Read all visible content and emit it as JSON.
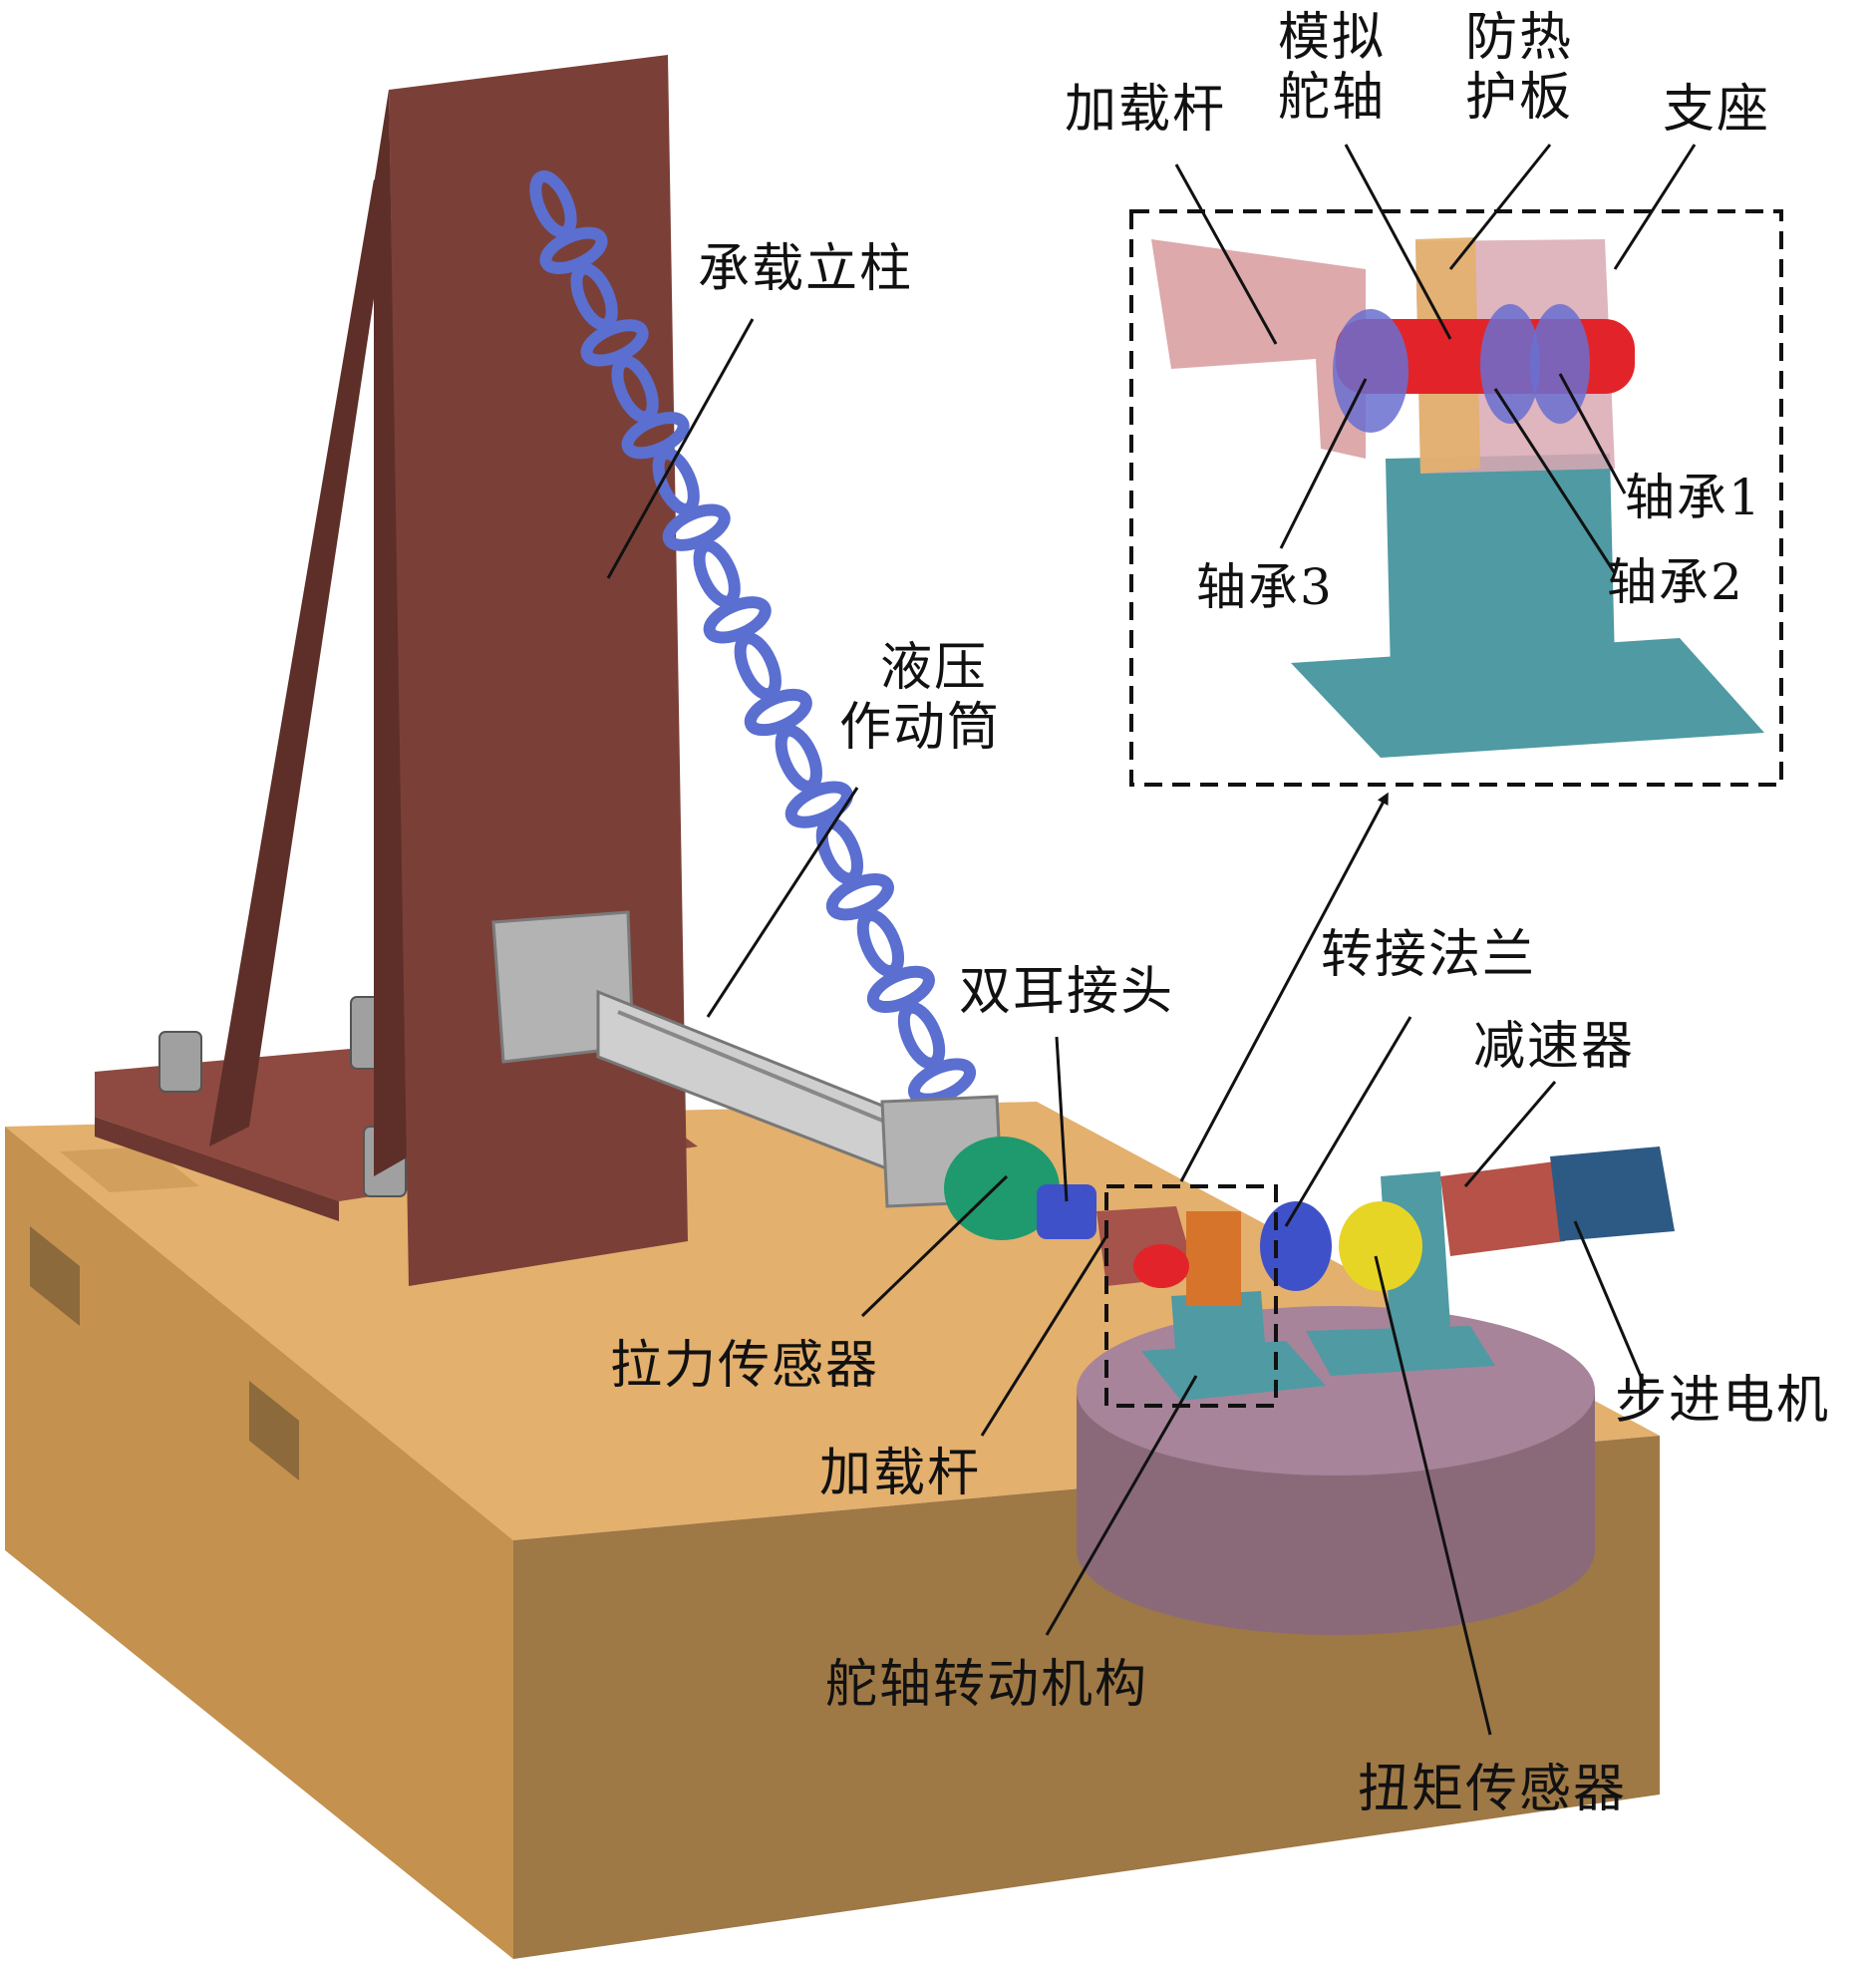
{
  "colors": {
    "base_top": "#e3b06d",
    "base_front": "#9e7845",
    "base_side": "#c4914f",
    "column": "#7a4038",
    "column_dark": "#5e2f29",
    "chain": "#5a6fd0",
    "cylinder": "#b3b3b3",
    "sensor_green": "#1e9a6e",
    "clevis_blue": "#3f51c9",
    "turntable": "#8a6a79",
    "support_teal": "#4f9aa3",
    "shaft_red": "#e2242a",
    "torque_yellow": "#e7d526",
    "motor_blue": "#2c5a84",
    "reducer_red": "#b65247"
  },
  "labels": {
    "bearing_column": "承载立柱",
    "hydraulic_1": "液压",
    "hydraulic_2": "作动筒",
    "double_ear_joint": "双耳接头",
    "adapter_flange": "转接法兰",
    "reducer": "减速器",
    "stepper_motor": "步进电机",
    "tension_sensor": "拉力传感器",
    "loading_rod": "加载杆",
    "rudder_mechanism": "舵轴转动机构",
    "torque_sensor": "扭矩传感器"
  },
  "inset": {
    "loading_rod": "加载杆",
    "sim_rudder_1": "模拟",
    "sim_rudder_2": "舵轴",
    "heat_shield_1": "防热",
    "heat_shield_2": "护板",
    "support": "支座",
    "bearing1": "轴承1",
    "bearing2": "轴承2",
    "bearing3": "轴承3"
  }
}
